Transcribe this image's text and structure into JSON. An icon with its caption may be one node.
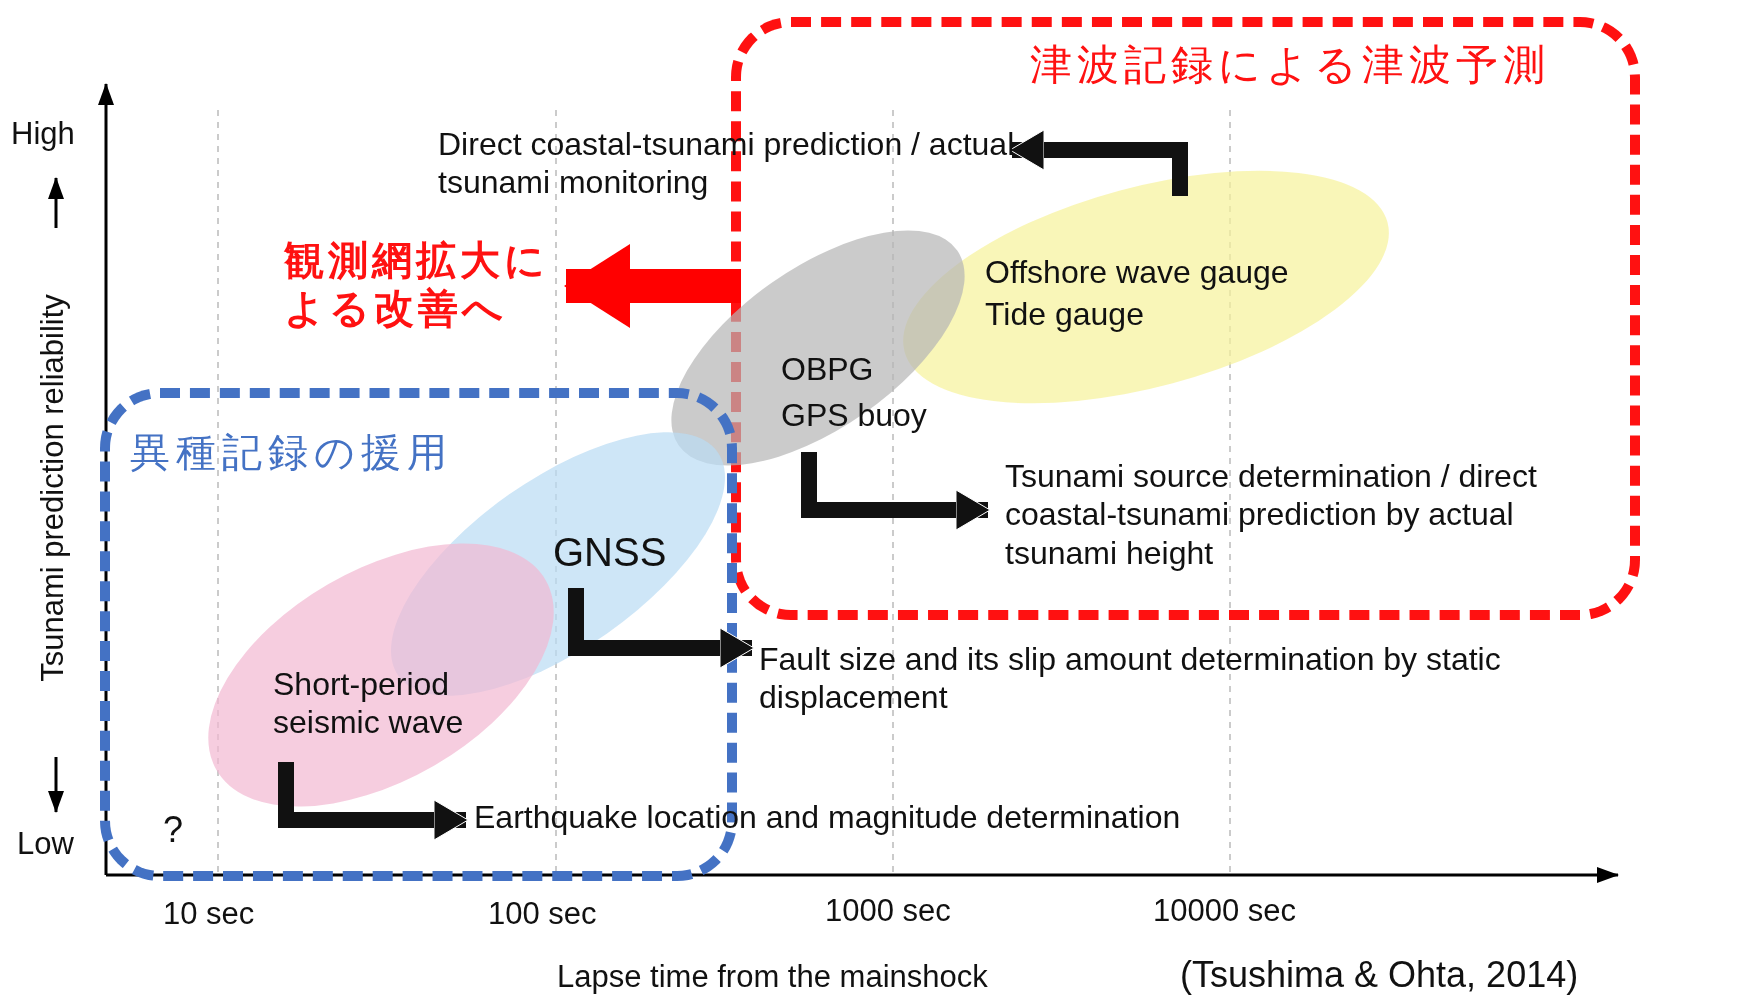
{
  "diagram": {
    "nodes": [
      {
        "text": [
          "津波記録による津波予測"
        ]
      },
      {
        "text": [
          "Direct coastal-tsunami prediction / actual tsunami monitoring"
        ]
      },
      {
        "text": [
          "観測網拡大による改善へ"
        ]
      },
      {
        "text": [
          "Offshore wave gauge",
          "Tide gauge"
        ],
        "in": 0
      },
      {
        "text": [
          "OBPG",
          "GPS buoy"
        ]
      },
      {
        "text": [
          "Tsunami source determination / direct coastal-tsunami prediction by actual tsunami height"
        ],
        "in": 0
      },
      {
        "text": [
          "異種記録の援用"
        ]
      },
      {
        "text": [
          "GNSS"
        ],
        "in": 6
      },
      {
        "text": [
          "Fault size and its slip amount determination by static displacement"
        ]
      },
      {
        "text": [
          "Short-period seismic wave"
        ],
        "in": 6
      },
      {
        "text": [
          "Earthquake location and magnitude determination"
        ]
      }
    ],
    "edges": [
      {
        "from": 3,
        "to": 1,
        "arrow": "to"
      },
      {
        "from": 0,
        "to": 2,
        "arrow": "to",
        "style": "thick",
        "color": "#ff0000"
      },
      {
        "from": 4,
        "to": 5,
        "arrow": "to"
      },
      {
        "from": 7,
        "to": 8,
        "arrow": "to"
      },
      {
        "from": 9,
        "to": 10,
        "arrow": "to"
      }
    ],
    "labels": [
      "High",
      "Tsunami prediction reliability",
      "Low",
      "?",
      "10 sec",
      "100 sec",
      "1000 sec",
      "10000 sec",
      "Lapse time from the mainshock",
      "(Tsushima & Ohta, 2014)"
    ]
  }
}
